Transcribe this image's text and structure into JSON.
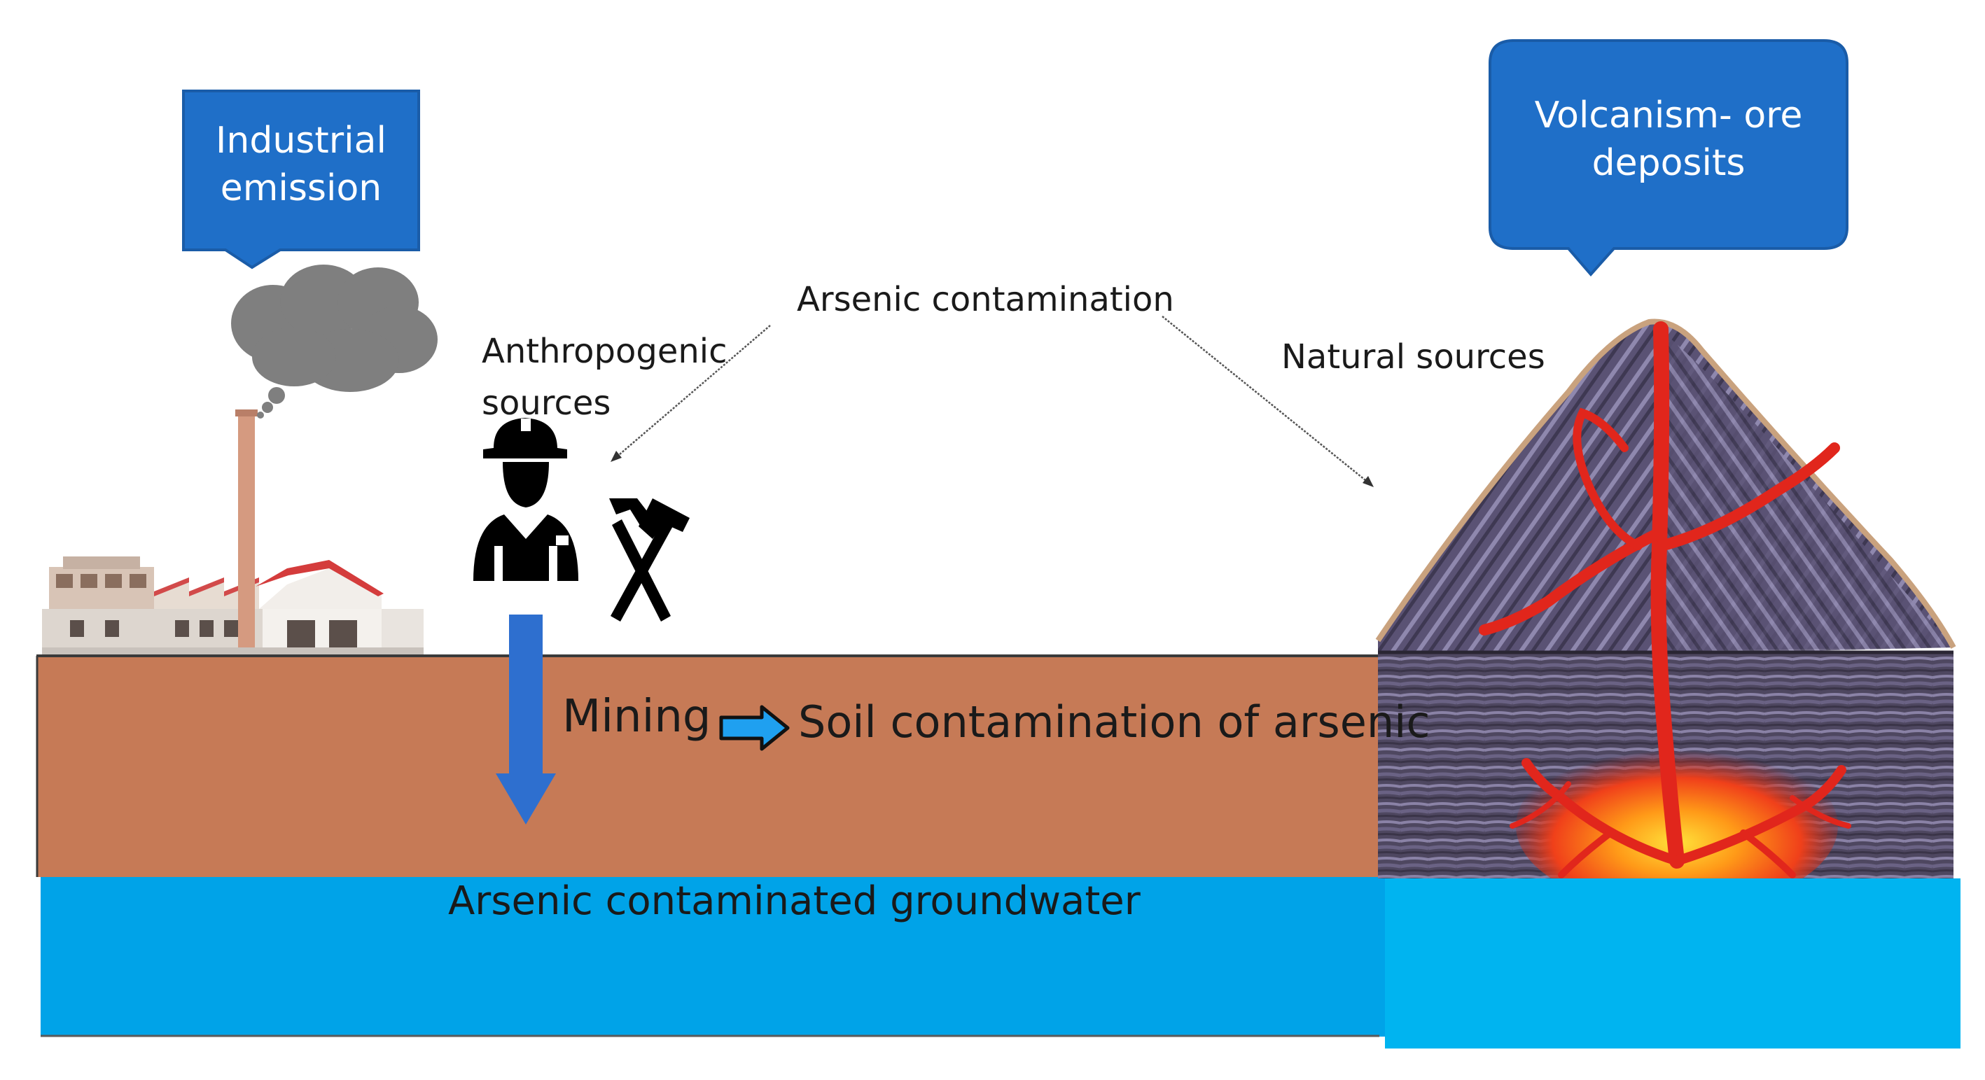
{
  "callouts": {
    "industrial_line1": "Industrial",
    "industrial_line2": "emission",
    "volcanism_line1": "Volcanism- ore",
    "volcanism_line2": "deposits"
  },
  "labels": {
    "arsenic_contamination": "Arsenic contamination",
    "anthropogenic_line1": "Anthropogenic",
    "anthropogenic_line2": "sources",
    "natural_sources": "Natural sources",
    "mining": "Mining",
    "soil_contamination": "Soil contamination of arsenic",
    "groundwater": "Arsenic contaminated groundwater"
  },
  "icons": [
    "factory-icon",
    "smoke-cloud-icon",
    "miner-icon",
    "crossed-hammers-icon",
    "volcano-icon",
    "arrow-down-icon",
    "arrow-right-icon"
  ],
  "colors": {
    "callout_fill": "#1F6FC8",
    "soil": "#C67A56",
    "groundwater": "#00A3E8",
    "mining_arrow": "#2E6FCF",
    "smoke": "#7F7F7F",
    "magma": "#E1261C",
    "volcano_rock": "#5E5574"
  }
}
